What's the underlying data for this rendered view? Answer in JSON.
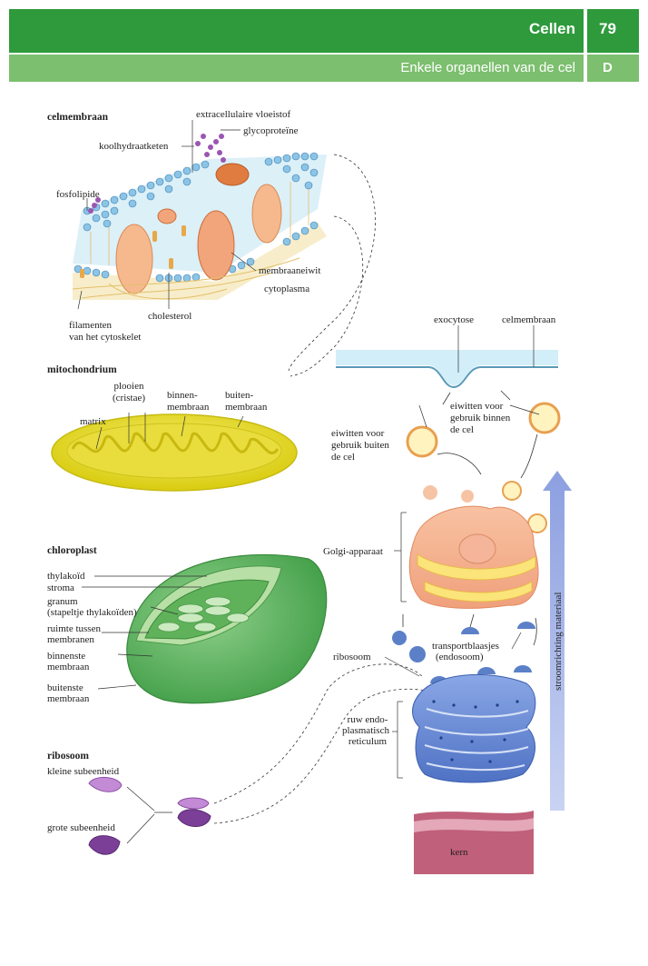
{
  "header": {
    "chapter": "Cellen",
    "page_number": "79",
    "subtitle": "Enkele organellen van de cel",
    "section": "D"
  },
  "cell_membrane": {
    "title": "celmembraan",
    "labels": {
      "extracellular_fluid": "extracellulaire vloeistof",
      "glycoprotein": "glycoproteïne",
      "carbohydrate_chain": "koolhydraatketen",
      "phospholipid": "fosfolipide",
      "membrane_protein": "membraaneiwit",
      "cytoplasm": "cytoplasma",
      "cholesterol": "cholesterol",
      "filaments_1": "filamenten",
      "filaments_2": "van het cytoskelet"
    }
  },
  "mitochondrion": {
    "title": "mitochondrium",
    "labels": {
      "folds_1": "plooien",
      "folds_2": "(cristae)",
      "inner_1": "binnen-",
      "inner_2": "membraan",
      "outer_1": "buiten-",
      "outer_2": "membraan",
      "matrix": "matrix"
    }
  },
  "chloroplast": {
    "title": "chloroplast",
    "labels": {
      "thylakoid": "thylakoïd",
      "stroma": "stroma",
      "granum_1": "granum",
      "granum_2": "(stapeltje thylakoïden)",
      "space_1": "ruimte tussen",
      "space_2": "membranen",
      "inner_1": "binnenste",
      "inner_2": "membraan",
      "outer_1": "buitenste",
      "outer_2": "membraan"
    }
  },
  "ribosome": {
    "title": "ribosoom",
    "small": "kleine subeenheid",
    "large": "grote subeenheid"
  },
  "secretion": {
    "exocytosis": "exocytose",
    "cell_membrane": "celmembraan",
    "proteins_in_1": "eiwitten voor",
    "proteins_in_2": "gebruik binnen",
    "proteins_in_3": "de cel",
    "proteins_out_1": "eiwitten voor",
    "proteins_out_2": "gebruik buiten",
    "proteins_out_3": "de cel",
    "golgi": "Golgi-apparaat",
    "transport_1": "transportblaasjes",
    "transport_2": "(endosoom)",
    "ribosome": "ribosoom",
    "er_1": "ruw endo-",
    "er_2": "plasmatisch",
    "er_3": "reticulum",
    "flow": "stroomrichting materiaal",
    "nucleus": "kern"
  }
}
